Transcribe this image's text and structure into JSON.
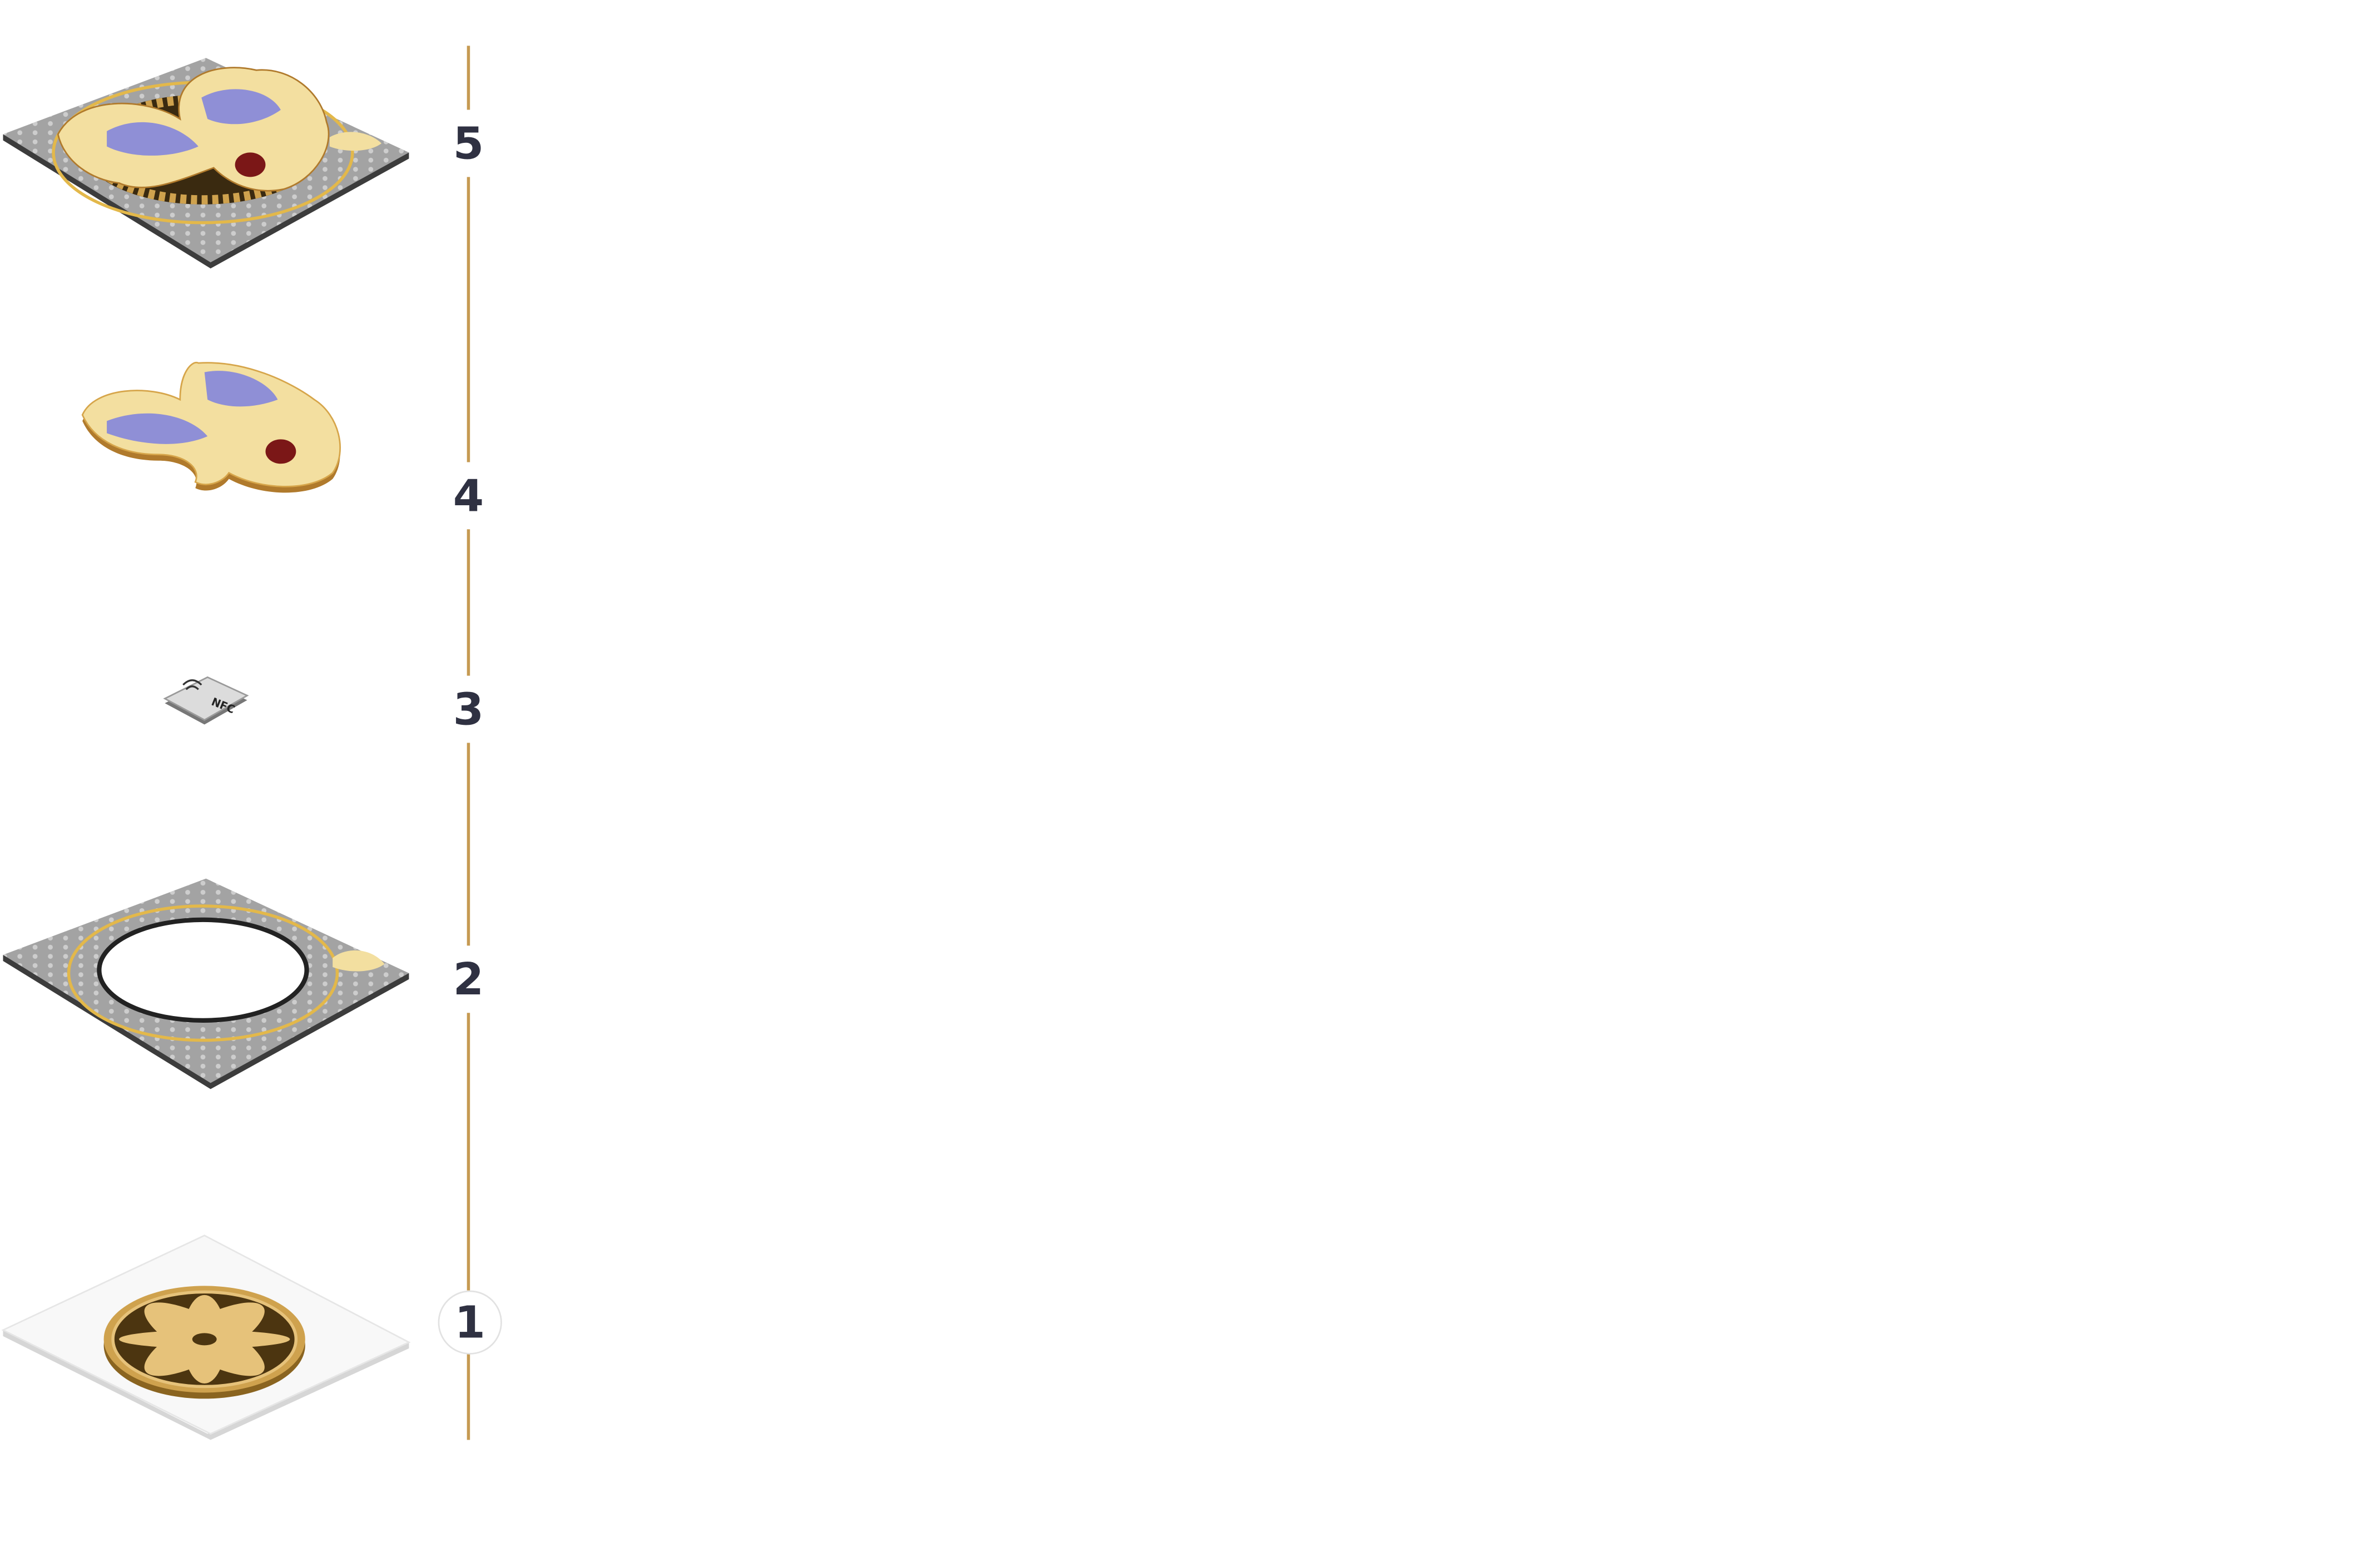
{
  "diagram": {
    "steps": [
      {
        "number": "5",
        "layer": "assembled-panel",
        "colors": {
          "board": "#9d9d9d",
          "pattern": "#d8d8d8",
          "ring": "#e3b84a",
          "wing": "#8f8fd6",
          "body": "#f3dfa0",
          "accent": "#7b1717"
        }
      },
      {
        "number": "4",
        "layer": "bird-cutout",
        "colors": {
          "body": "#f3dfa0",
          "wing": "#8f8fd6",
          "edge": "#b07a2c",
          "accent": "#7b1717"
        }
      },
      {
        "number": "3",
        "layer": "nfc-tag",
        "tag_text": "NFC",
        "colors": {
          "tag": "#dcdcdc",
          "edge": "#777777"
        }
      },
      {
        "number": "2",
        "layer": "frame-ring",
        "colors": {
          "board": "#9d9d9d",
          "pattern": "#d8d8d8",
          "ring": "#e3b84a",
          "hole": "#ffffff"
        }
      },
      {
        "number": "1",
        "layer": "mandala-base",
        "colors": {
          "plate": "#f5f5f5",
          "mandala": "#cfa24e",
          "mandala_dark": "#4c3510"
        }
      }
    ],
    "colors": {
      "timeline": "#c69a52",
      "label": "#2f3142"
    }
  }
}
